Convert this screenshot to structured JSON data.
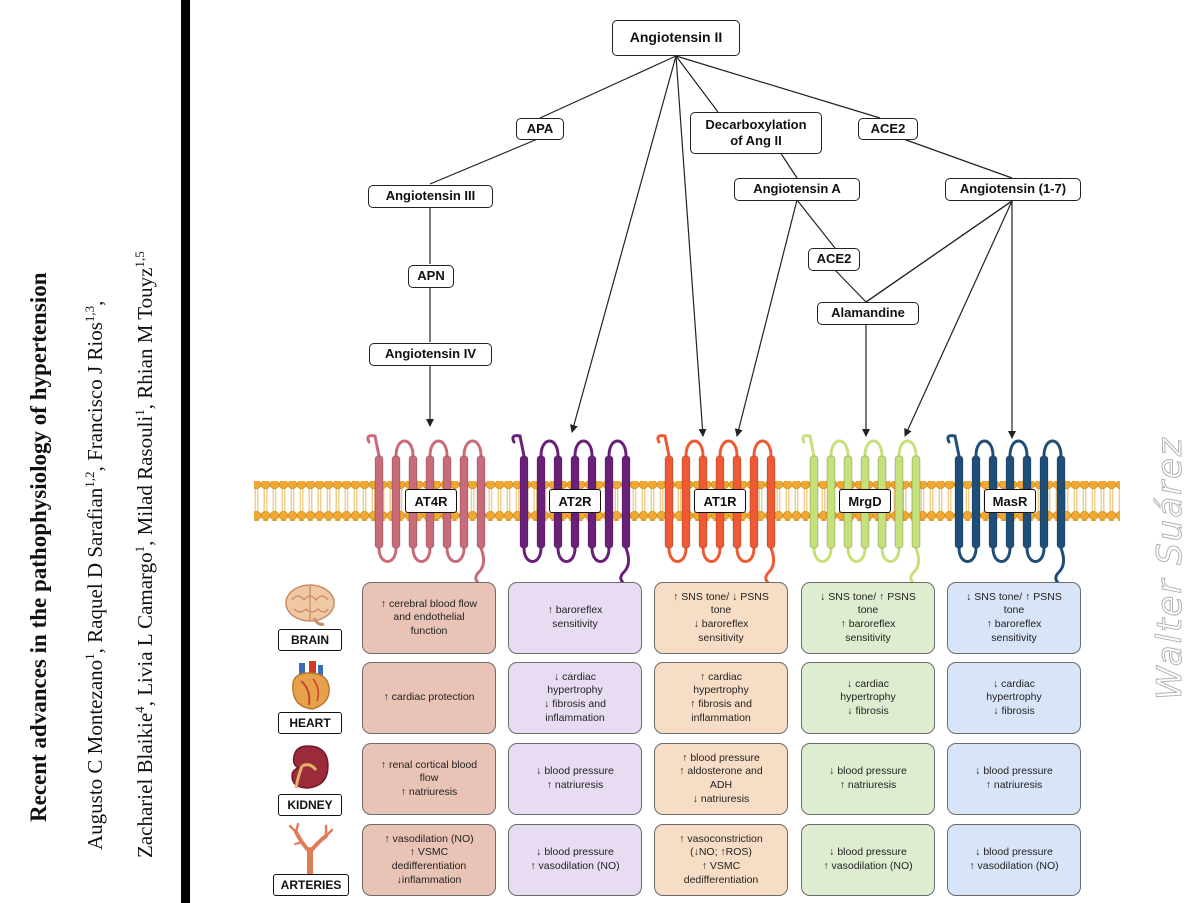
{
  "citation": {
    "title": "Recent advances in the pathophysiology of hypertension",
    "authors_line1": [
      {
        "name": "Augusto C Montezano",
        "sup": "1"
      },
      {
        "name": ", Raquel D Sarafian",
        "sup": "1,2"
      },
      {
        "name": ", Francisco J Rios",
        "sup": "1,3"
      },
      {
        "name": ",",
        "sup": ""
      }
    ],
    "authors_line2": [
      {
        "name": "Zachariel Blaikie",
        "sup": "4"
      },
      {
        "name": ", Livia L Camargo",
        "sup": "1"
      },
      {
        "name": ", Milad Rasouli",
        "sup": "1"
      },
      {
        "name": ", Rhian M Touyz",
        "sup": "1,5"
      }
    ]
  },
  "watermark": "Walter Suárez",
  "pathway": {
    "top": "Angiotensin II",
    "apa": "APA",
    "decarboxylation": [
      "Decarboxylation",
      "of Ang II"
    ],
    "ace2_top": "ACE2",
    "ang_iii": "Angiotensin III",
    "ang_a": "Angiotensin A",
    "ang_1_7": "Angiotensin (1-7)",
    "apn": "APN",
    "ace2_mid": "ACE2",
    "alamandine": "Alamandine",
    "ang_iv": "Angiotensin IV"
  },
  "receptors": [
    {
      "id": "at4r",
      "label": "AT4R",
      "color": "#c96b78"
    },
    {
      "id": "at2r",
      "label": "AT2R",
      "color": "#6a1f78"
    },
    {
      "id": "at1r",
      "label": "AT1R",
      "color": "#ee5a34"
    },
    {
      "id": "mrgd",
      "label": "MrgD",
      "color": "#c6e07a"
    },
    {
      "id": "masr",
      "label": "MasR",
      "color": "#1f4e78"
    }
  ],
  "membrane": {
    "fill": "#f2b544",
    "head_color": "#f0a832"
  },
  "organs": [
    "BRAIN",
    "HEART",
    "KIDNEY",
    "ARTERIES"
  ],
  "effects": {
    "at4r": [
      [
        "↑ cerebral blood flow",
        "and endothelial",
        "function"
      ],
      [
        "↑ cardiac protection"
      ],
      [
        "↑ renal cortical blood",
        "flow",
        "↑ natriuresis"
      ],
      [
        "↑ vasodilation (NO)",
        "↑ VSMC",
        "dedifferentiation",
        "↓inflammation"
      ]
    ],
    "at2r": [
      [
        "↑ baroreflex",
        "sensitivity"
      ],
      [
        "↓ cardiac",
        "hypertrophy",
        "↓ fibrosis and",
        "inflammation"
      ],
      [
        "↓ blood pressure",
        "↑ natriuresis"
      ],
      [
        "↓ blood pressure",
        "↑ vasodilation (NO)"
      ]
    ],
    "at1r": [
      [
        "↑ SNS tone/ ↓ PSNS",
        "tone",
        "↓ baroreflex",
        "sensitivity"
      ],
      [
        "↑ cardiac",
        "hypertrophy",
        "↑ fibrosis and",
        "inflammation"
      ],
      [
        "↑ blood pressure",
        "↑ aldosterone and",
        "ADH",
        "↓ natriuresis"
      ],
      [
        "↑ vasoconstriction",
        "(↓NO; ↑ROS)",
        "↑ VSMC",
        "dedifferentiation"
      ]
    ],
    "mrgd": [
      [
        "↓ SNS tone/ ↑ PSNS",
        "tone",
        "↑ baroreflex",
        "sensitivity"
      ],
      [
        "↓ cardiac",
        "hypertrophy",
        "↓ fibrosis"
      ],
      [
        "↓ blood pressure",
        "↑ natriuresis"
      ],
      [
        "↓ blood pressure",
        "↑ vasodilation (NO)"
      ]
    ],
    "masr": [
      [
        "↓ SNS tone/ ↑ PSNS",
        "tone",
        "↑ baroreflex",
        "sensitivity"
      ],
      [
        "↓ cardiac",
        "hypertrophy",
        "↓ fibrosis"
      ],
      [
        "↓ blood pressure",
        "↑ natriuresis"
      ],
      [
        "↓ blood pressure",
        "↑ vasodilation (NO)"
      ]
    ]
  }
}
